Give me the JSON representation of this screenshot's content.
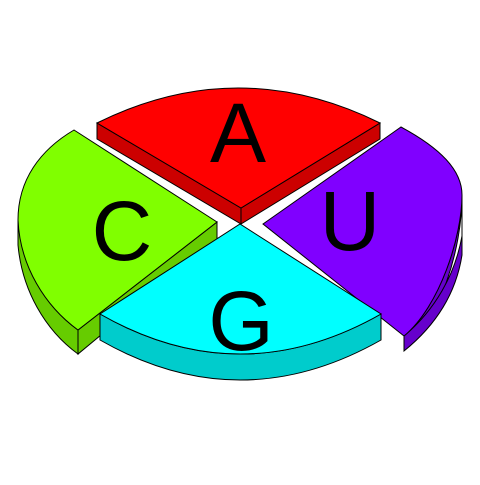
{
  "segments": [
    {
      "letter": "A",
      "top_color": "#ff0000",
      "side_color": "#cc0000"
    },
    {
      "letter": "U",
      "top_color": "#8000ff",
      "side_color": "#6600cc"
    },
    {
      "letter": "G",
      "top_color": "#00ffff",
      "side_color": "#00cccc"
    },
    {
      "letter": "C",
      "top_color": "#80ff00",
      "side_color": "#66cc00"
    }
  ],
  "outline_color": "#000000"
}
